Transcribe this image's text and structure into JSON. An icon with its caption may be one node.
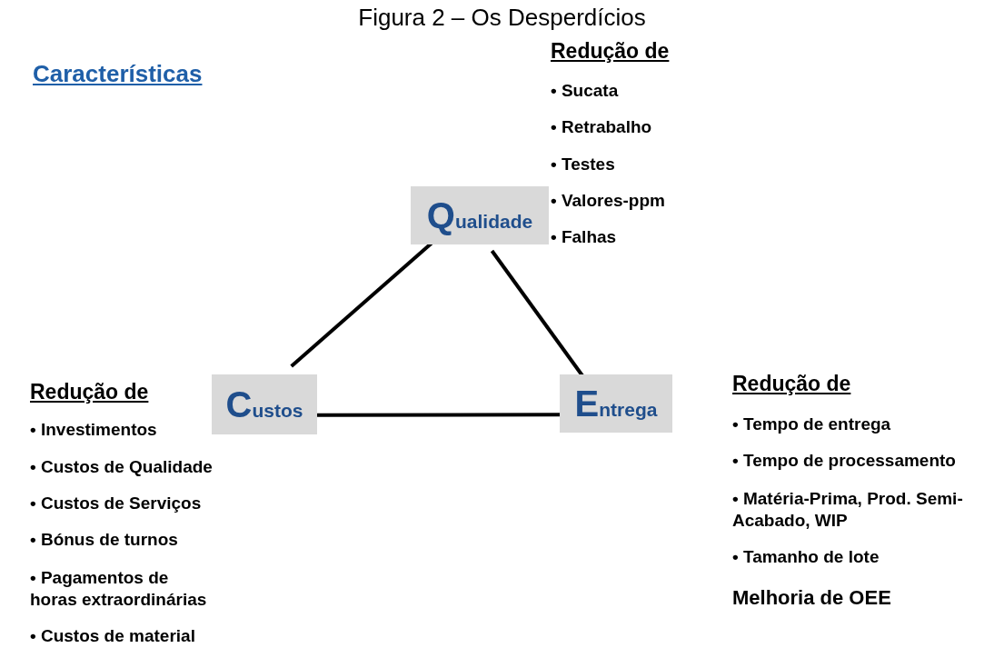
{
  "diagram": {
    "title": "Figura 2 – Os Desperdícios",
    "nodes": [
      {
        "text": [
          "Qualidade"
        ],
        "beside": [
          "Redução de",
          "• Sucata",
          "• Retrabalho",
          "• Testes",
          "• Valores-ppm",
          "• Falhas"
        ]
      },
      {
        "text": [
          "Custos"
        ],
        "beside": [
          "Redução de",
          "• Investimentos",
          "• Custos de Qualidade",
          "• Custos de Serviços",
          "• Bónus de turnos",
          "• Pagamentos de horas extraordinárias",
          "• Custos de material"
        ]
      },
      {
        "text": [
          "Entrega"
        ],
        "beside": [
          "Redução de",
          "• Tempo de entrega",
          "• Tempo de processamento",
          "• Matéria-Prima, Prod. Semi-Acabado, WIP",
          "• Tamanho de lote",
          "Melhoria de OEE"
        ]
      }
    ],
    "edges": [
      {
        "from": 0,
        "to": 1,
        "arrow": "none"
      },
      {
        "from": 0,
        "to": 2,
        "arrow": "none"
      },
      {
        "from": 1,
        "to": 2,
        "arrow": "none"
      }
    ],
    "labels": [
      "Características"
    ]
  }
}
